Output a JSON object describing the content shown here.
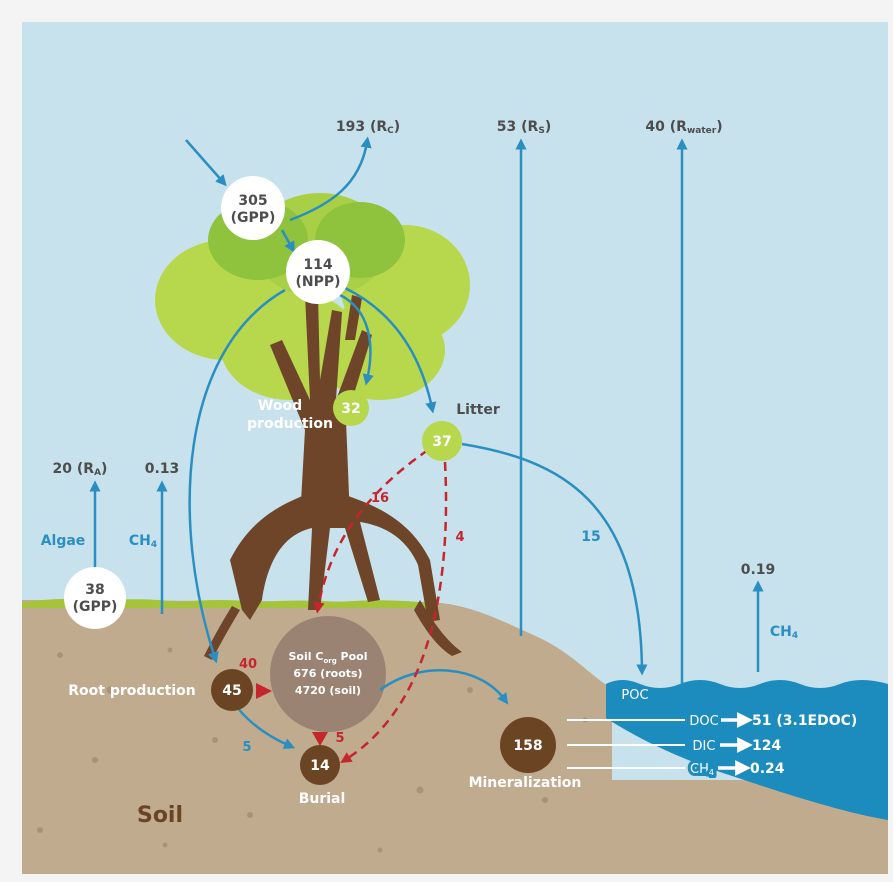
{
  "colors": {
    "sky": "#c8e2ed",
    "soil": "#c0ab8e",
    "water": "#1c8bbe",
    "trunk": "#6e4529",
    "canopy_light": "#b7d84c",
    "canopy_dark": "#8fc23d",
    "flow_blue": "#2a8fc0",
    "flow_red": "#c5252d",
    "pool_brown": "#6b4424",
    "soil_pool": "#9b8373",
    "text_grey": "#4d4d4d",
    "text_brown": "#6b4424",
    "grass": "#a5c43a"
  },
  "atmosphere": {
    "rc": {
      "value": "193",
      "sub": "C"
    },
    "rs": {
      "value": "53",
      "sub": "S"
    },
    "rwater": {
      "value": "40",
      "sub": "water"
    }
  },
  "nodes": {
    "gpp": {
      "value": "305",
      "label": "(GPP)"
    },
    "npp": {
      "value": "114",
      "label": "(NPP)"
    },
    "wood": {
      "value": "32",
      "label_line1": "Wood",
      "label_line2": "production"
    },
    "litter": {
      "value": "37",
      "label": "Litter"
    },
    "algae_gpp": {
      "value": "38",
      "label": "(GPP)"
    },
    "root": {
      "value": "45",
      "label": "Root production"
    },
    "burial": {
      "value": "14",
      "label": "Burial"
    },
    "mineralization": {
      "value": "158",
      "label": "Mineralization"
    },
    "soil_pool": {
      "line1_prefix": "Soil C",
      "line1_sub": "org",
      "line1_suffix": " Pool",
      "line2": "676 (roots)",
      "line3": "4720 (soil)"
    }
  },
  "flows": {
    "ra": {
      "value": "20",
      "sub": "A"
    },
    "algae_ch4": "0.13",
    "algae_label": "Algae",
    "ch4_label": "CH",
    "ch4_sub": "4",
    "litter_to_soil": "16",
    "litter_to_burial": "4",
    "litter_to_poc": "15",
    "root_to_pool": "40",
    "root_to_burial": "5",
    "pool_to_burial": "5",
    "water_ch4": "0.19"
  },
  "water_exports": {
    "poc": "POC",
    "doc": {
      "label": "DOC",
      "value": "51 (3.1EDOC)"
    },
    "dic": {
      "label": "DIC",
      "value": "124"
    },
    "ch4": {
      "label": "CH",
      "sub": "4",
      "value": "0.24"
    }
  },
  "soil_label": "Soil"
}
